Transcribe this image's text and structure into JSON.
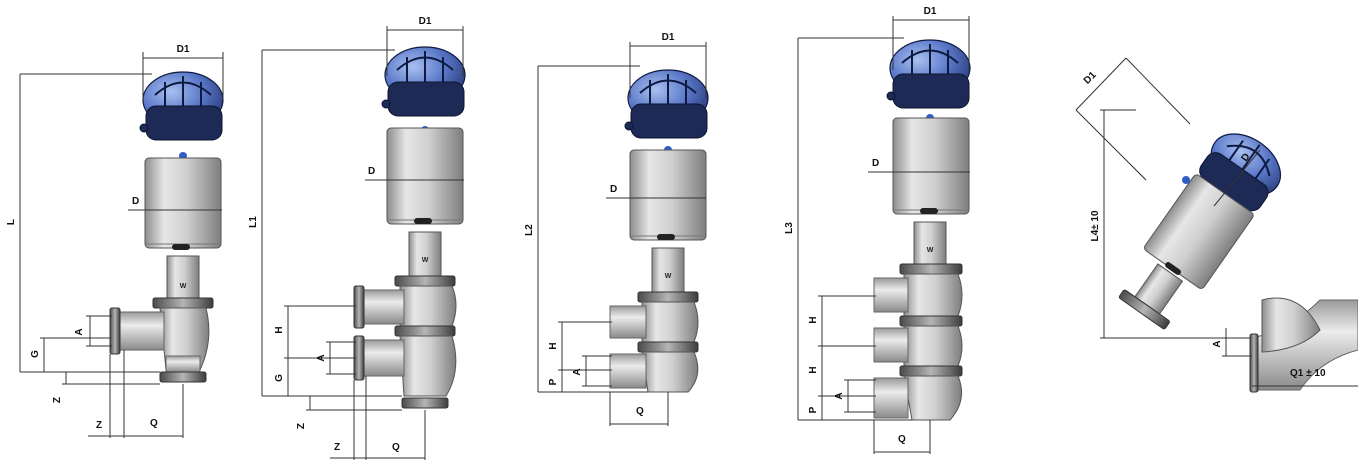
{
  "figures": [
    {
      "id": "single-seat-valve",
      "labels": {
        "d1": "D1",
        "d": "D",
        "l": "L",
        "g": "G",
        "a": "A",
        "z_vert": "Z",
        "z": "Z",
        "q": "Q"
      }
    },
    {
      "id": "double-body-valve",
      "labels": {
        "d1": "D1",
        "d": "D",
        "l1": "L1",
        "h": "H",
        "g": "G",
        "a": "A",
        "z_vert": "Z",
        "z": "Z",
        "q": "Q"
      }
    },
    {
      "id": "double-seat-valve",
      "labels": {
        "d1": "D1",
        "d": "D",
        "l2": "L2",
        "h": "H",
        "a": "A",
        "p": "P",
        "q": "Q"
      }
    },
    {
      "id": "triple-body-valve",
      "labels": {
        "d1": "D1",
        "d": "D",
        "l3": "L3",
        "h1": "H",
        "h2": "H",
        "a": "A",
        "p": "P",
        "q": "Q"
      }
    },
    {
      "id": "angled-valve",
      "labels": {
        "d1": "D1",
        "d": "D",
        "l4": "L4± 10",
        "a": "A",
        "q1": "Q1 ± 10"
      }
    }
  ],
  "colors": {
    "actuator_cap": "#1c2a55",
    "dome": "#5a78c8",
    "body": "#c8c8c8",
    "line": "#333333"
  }
}
